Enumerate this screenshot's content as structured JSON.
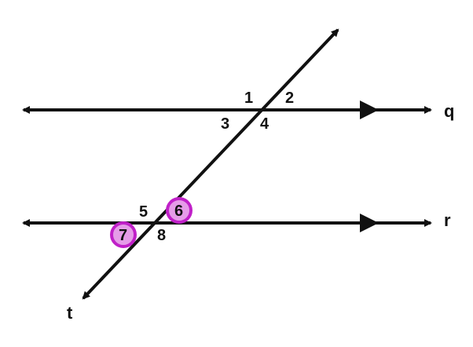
{
  "colors": {
    "line": "#111111",
    "highlight_fill": "#e59ce8",
    "highlight_stroke": "#c020c8",
    "background": "#ffffff"
  },
  "lines": {
    "q": "q",
    "r": "r",
    "t": "t"
  },
  "angles": {
    "a1": "1",
    "a2": "2",
    "a3": "3",
    "a4": "4",
    "a5": "5",
    "a6": "6",
    "a7": "7",
    "a8": "8"
  },
  "highlighted_angles": [
    "6",
    "7"
  ]
}
